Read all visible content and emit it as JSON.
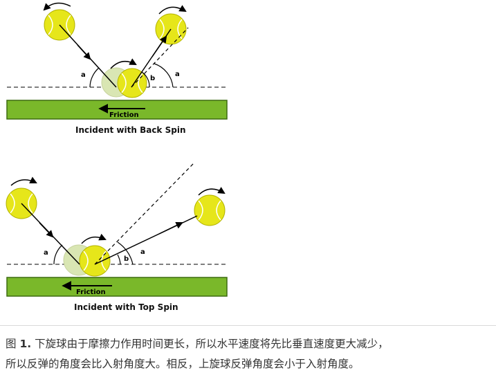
{
  "figure": {
    "panels": [
      {
        "name": "back-spin",
        "friction_label": "Friction",
        "caption": "Incident with Back Spin",
        "angle_labels": [
          "a",
          "b",
          "a"
        ]
      },
      {
        "name": "top-spin",
        "friction_label": "Friction",
        "caption": "Incident with Top Spin",
        "angle_labels": [
          "a",
          "b",
          "a"
        ]
      }
    ],
    "colors": {
      "ball": "#e6e61a",
      "ball_outline": "#b3b300",
      "ball_faded": "#d9e6b3",
      "ground": "#7ab82a",
      "ground_outline": "#3d6b10",
      "line": "#000000"
    }
  },
  "caption": {
    "label": "图",
    "number": "1.",
    "text_line1": "下旋球由于摩擦力作用时间更长，所以水平速度将先比垂直速度更大减少，",
    "text_line2": "所以反弹的角度会比入射角度大。相反，上旋球反弹角度会小于入射角度。"
  }
}
